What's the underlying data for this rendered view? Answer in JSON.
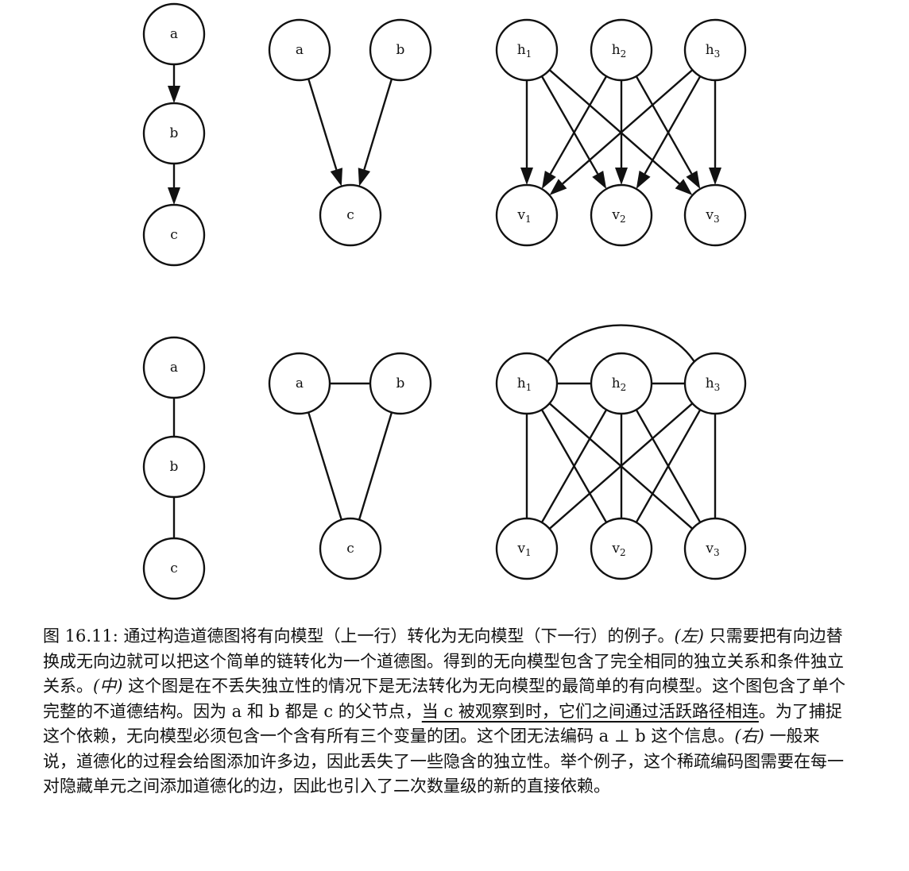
{
  "graphs": [
    {
      "id": "top-left",
      "nodes": [
        {
          "id": "a",
          "label": "a",
          "sub": ""
        },
        {
          "id": "b",
          "label": "b",
          "sub": ""
        },
        {
          "id": "c",
          "label": "c",
          "sub": ""
        }
      ],
      "edges": [
        {
          "from": "a",
          "to": "b",
          "directed": true
        },
        {
          "from": "b",
          "to": "c",
          "directed": true
        }
      ]
    },
    {
      "id": "top-middle",
      "nodes": [
        {
          "id": "a",
          "label": "a",
          "sub": ""
        },
        {
          "id": "b",
          "label": "b",
          "sub": ""
        },
        {
          "id": "c",
          "label": "c",
          "sub": ""
        }
      ],
      "edges": [
        {
          "from": "a",
          "to": "c",
          "directed": true
        },
        {
          "from": "b",
          "to": "c",
          "directed": true
        }
      ]
    },
    {
      "id": "top-right",
      "nodes": [
        {
          "id": "h1",
          "label": "h",
          "sub": "1"
        },
        {
          "id": "h2",
          "label": "h",
          "sub": "2"
        },
        {
          "id": "h3",
          "label": "h",
          "sub": "3"
        },
        {
          "id": "v1",
          "label": "v",
          "sub": "1"
        },
        {
          "id": "v2",
          "label": "v",
          "sub": "2"
        },
        {
          "id": "v3",
          "label": "v",
          "sub": "3"
        }
      ],
      "edges": [
        {
          "from": "h1",
          "to": "v1",
          "directed": true
        },
        {
          "from": "h1",
          "to": "v2",
          "directed": true
        },
        {
          "from": "h1",
          "to": "v3",
          "directed": true
        },
        {
          "from": "h2",
          "to": "v1",
          "directed": true
        },
        {
          "from": "h2",
          "to": "v2",
          "directed": true
        },
        {
          "from": "h2",
          "to": "v3",
          "directed": true
        },
        {
          "from": "h3",
          "to": "v1",
          "directed": true
        },
        {
          "from": "h3",
          "to": "v2",
          "directed": true
        },
        {
          "from": "h3",
          "to": "v3",
          "directed": true
        }
      ]
    },
    {
      "id": "bottom-left",
      "nodes": [
        {
          "id": "a",
          "label": "a",
          "sub": ""
        },
        {
          "id": "b",
          "label": "b",
          "sub": ""
        },
        {
          "id": "c",
          "label": "c",
          "sub": ""
        }
      ],
      "edges": [
        {
          "from": "a",
          "to": "b",
          "directed": false
        },
        {
          "from": "b",
          "to": "c",
          "directed": false
        }
      ]
    },
    {
      "id": "bottom-middle",
      "nodes": [
        {
          "id": "a",
          "label": "a",
          "sub": ""
        },
        {
          "id": "b",
          "label": "b",
          "sub": ""
        },
        {
          "id": "c",
          "label": "c",
          "sub": ""
        }
      ],
      "edges": [
        {
          "from": "a",
          "to": "b",
          "directed": false
        },
        {
          "from": "a",
          "to": "c",
          "directed": false
        },
        {
          "from": "b",
          "to": "c",
          "directed": false
        }
      ]
    },
    {
      "id": "bottom-right",
      "nodes": [
        {
          "id": "h1",
          "label": "h",
          "sub": "1"
        },
        {
          "id": "h2",
          "label": "h",
          "sub": "2"
        },
        {
          "id": "h3",
          "label": "h",
          "sub": "3"
        },
        {
          "id": "v1",
          "label": "v",
          "sub": "1"
        },
        {
          "id": "v2",
          "label": "v",
          "sub": "2"
        },
        {
          "id": "v3",
          "label": "v",
          "sub": "3"
        }
      ],
      "edges": [
        {
          "from": "h1",
          "to": "h2",
          "directed": false
        },
        {
          "from": "h2",
          "to": "h3",
          "directed": false
        },
        {
          "from": "h1",
          "to": "h3",
          "directed": false,
          "curved": true
        },
        {
          "from": "h1",
          "to": "v1",
          "directed": false
        },
        {
          "from": "h1",
          "to": "v2",
          "directed": false
        },
        {
          "from": "h1",
          "to": "v3",
          "directed": false
        },
        {
          "from": "h2",
          "to": "v1",
          "directed": false
        },
        {
          "from": "h2",
          "to": "v2",
          "directed": false
        },
        {
          "from": "h2",
          "to": "v3",
          "directed": false
        },
        {
          "from": "h3",
          "to": "v1",
          "directed": false
        },
        {
          "from": "h3",
          "to": "v2",
          "directed": false
        },
        {
          "from": "h3",
          "to": "v3",
          "directed": false
        }
      ]
    }
  ],
  "caption": {
    "prefix": "图 16.11: 通过构造道德图将有向模型（上一行）转化为无向模型（下一行）的例子。",
    "left_tag": "(左)",
    "left_text": " 只需要把有向边替换成无向边就可以把这个简单的链转化为一个道德图。得到的无向模型包含了完全相同的独立关系和条件独立关系。",
    "middle_tag": "(中)",
    "middle_text": " 这个图是在不丢失独立性的情况下是无法转化为无向模型的最简单的有向模型。这个图包含了单个完整的不道德结构。因为 a 和 b 都是 c 的父节点，",
    "underlined_text": "当 c 被观察到时，它们之间通过活跃路径相连",
    "middle_text_after": "。为了捕捉这个依赖，无向模型必须包含一个含有所有三个变量的团。这个团无法编码 a ⊥ b 这个信息。",
    "right_tag": "(右)",
    "right_text": " 一般来说，道德化的过程会给图添加许多边，因此丢失了一些隐含的独立性。举个例子，这个稀疏编码图需要在每一对隐藏单元之间添加道德化的边，因此也引入了二次数量级的新的直接依赖。"
  }
}
